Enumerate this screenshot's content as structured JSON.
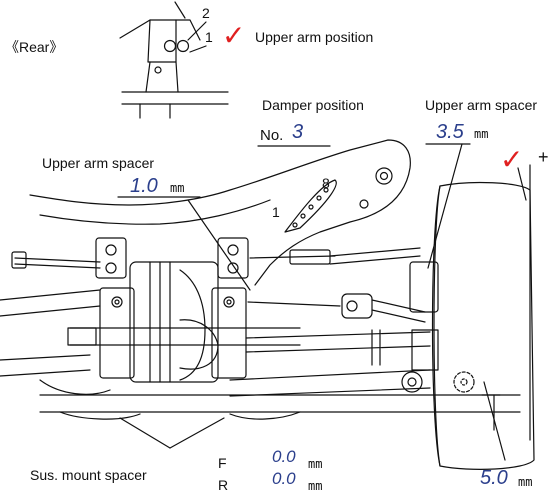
{
  "header": {
    "view_label": "《Rear》"
  },
  "top_inset": {
    "hole_2": "2",
    "hole_1": "1",
    "title": "Upper arm position",
    "selected_mark": "✓"
  },
  "damper_position": {
    "title": "Damper position",
    "prefix": "No.",
    "value": "3",
    "hole_low_label": "1",
    "hole_high_label": "8"
  },
  "upper_arm_spacer_right": {
    "title": "Upper arm spacer",
    "value": "3.5",
    "unit": "mm",
    "mark": "✓",
    "plus": "+"
  },
  "upper_arm_spacer_left": {
    "title": "Upper arm spacer",
    "value": "1.0",
    "unit": "mm"
  },
  "sus_mount_spacer": {
    "title": "Sus. mount spacer",
    "front_label": "F",
    "front_value": "0.0",
    "rear_label": "R",
    "rear_value": "0.0",
    "unit": "mm"
  },
  "lower_spacer": {
    "value": "5.0",
    "unit": "mm"
  },
  "colors": {
    "value_blue": "#2b3f8c",
    "check_red": "#e02020",
    "line": "#111111"
  }
}
